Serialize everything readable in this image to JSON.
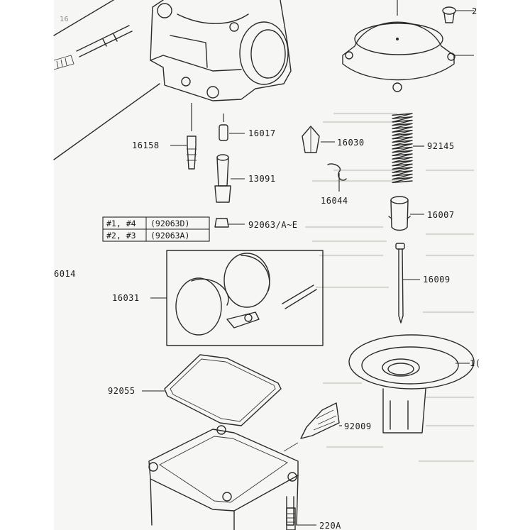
{
  "parts": {
    "p16158": "16158",
    "p16017": "16017",
    "p16030": "16030",
    "p92145": "92145",
    "p13091": "13091",
    "p16044": "16044",
    "p16007": "16007",
    "p92063": "92063/A~E",
    "p16014": "6014",
    "p16009": "16009",
    "p16031": "16031",
    "p92055": "92055",
    "p92009": "92009",
    "p220A": "220A",
    "p16edge": "16",
    "p1edge": "1(",
    "p2edge": "2"
  },
  "table": {
    "rows": [
      {
        "cyl": "#1, #4",
        "part": "(92063D)"
      },
      {
        "cyl": "#2, #3",
        "part": "(92063A)"
      }
    ]
  }
}
